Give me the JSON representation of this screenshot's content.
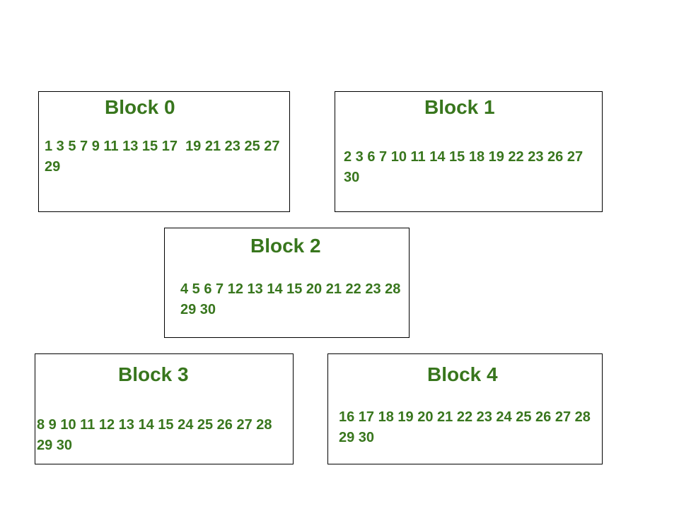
{
  "colors": {
    "text": "#38761d",
    "border": "#000000",
    "background": "#ffffff"
  },
  "blocks": [
    {
      "title": "Block 0",
      "numbers": "1 3 5 7 9 11 13 15 17  19 21 23 25 27 29"
    },
    {
      "title": "Block 1",
      "numbers": "2 3 6 7 10 11 14 15 18 19 22 23 26 27 30"
    },
    {
      "title": "Block 2",
      "numbers": "4 5 6 7 12 13 14 15 20 21 22 23 28 29 30"
    },
    {
      "title": "Block 3",
      "numbers": "8 9 10 11 12 13 14 15 24 25 26 27 28 29 30"
    },
    {
      "title": "Block 4",
      "numbers": "16 17 18 19 20 21 22 23 24 25 26 27 28 29 30"
    }
  ]
}
